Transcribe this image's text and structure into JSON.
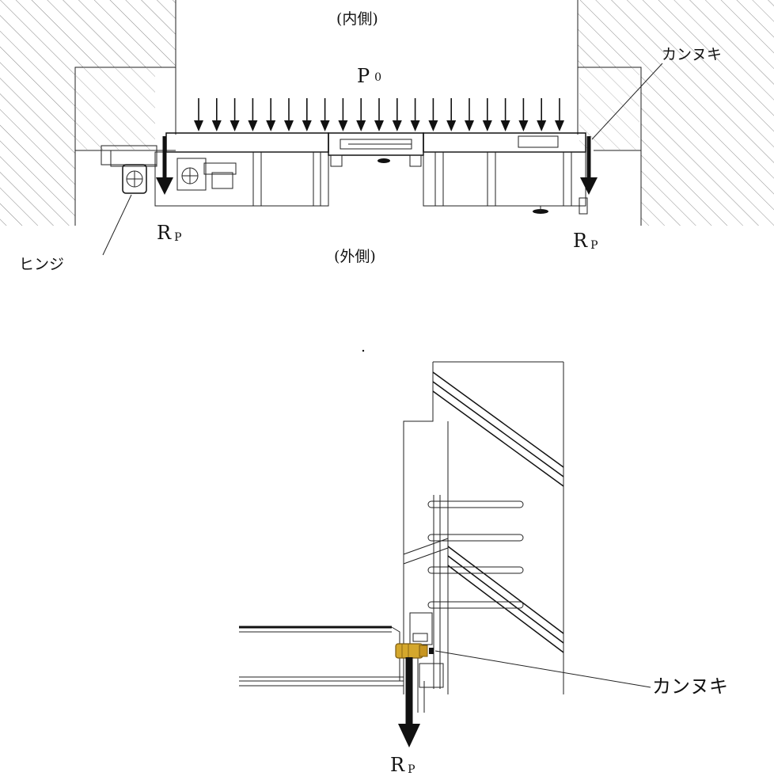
{
  "top_view": {
    "inside_label": "(内側)",
    "outside_label": "(外側)",
    "pressure_label": "P",
    "pressure_sub": "0",
    "kannuki_label": "カンヌキ",
    "hinge_label": "ヒンジ",
    "reaction_left_label": "R",
    "reaction_left_sub": "P",
    "reaction_right_label": "R",
    "reaction_right_sub": "P"
  },
  "section_view": {
    "kannuki_label": "カンヌキ",
    "reaction_label": "R",
    "reaction_sub": "P",
    "kannuki_color": "#d4a72c"
  }
}
